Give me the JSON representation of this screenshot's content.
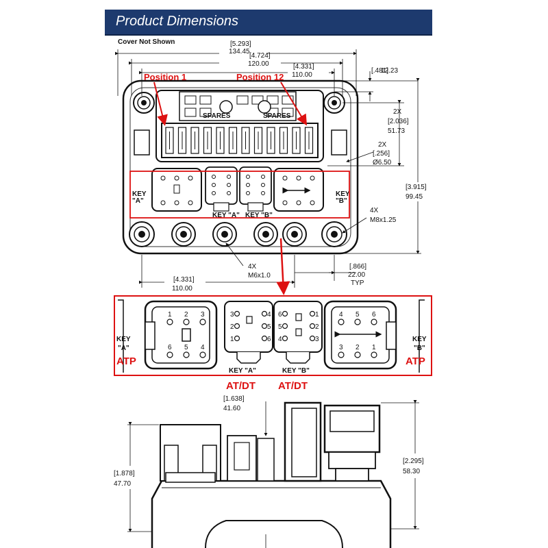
{
  "header": {
    "title": "Product Dimensions"
  },
  "note": "Cover Not Shown",
  "colors": {
    "header_bg": "#1d3a6e",
    "accent": "#d11a1a"
  },
  "top_view": {
    "width_overall": {
      "in": "[5.293]",
      "mm": "134.45"
    },
    "width_mid": {
      "in": "[4.724]",
      "mm": "120.00"
    },
    "width_inner": {
      "in": "[4.331]",
      "mm": "110.00"
    },
    "top_offset": {
      "in": "[.481]",
      "mm": "12.23"
    },
    "hole_spacing": {
      "qty": "2X",
      "in": "[2.036]",
      "mm": "51.73"
    },
    "hole_dia": {
      "qty": "2X",
      "in": "[.256]",
      "mm": "Ø6.50"
    },
    "height_overall": {
      "in": "[3.915]",
      "mm": "99.45"
    },
    "stud_large": {
      "qty": "4X",
      "spec": "M8x1.25"
    },
    "stud_small": {
      "qty": "4X",
      "spec": "M6x1.0"
    },
    "stud_pitch": {
      "in": "[.866]",
      "mm": "22.00",
      "note": "TYP"
    },
    "bottom_width": {
      "in": "[4.331]",
      "mm": "110.00"
    },
    "position_start": "Position 1",
    "position_end": "Position 12",
    "spares": "SPARES",
    "key_a": "KEY \"A\"",
    "key_b": "KEY \"B\"",
    "key_side_a": "KEY",
    "key_side_a2": "\"A\"",
    "key_side_b": "KEY",
    "key_side_b2": "\"B\""
  },
  "detail": {
    "atp_left": "ATP",
    "atp_right": "ATP",
    "atdt_left": "AT/DT",
    "atdt_right": "AT/DT",
    "key_a": "KEY \"A\"",
    "key_b": "KEY \"B\"",
    "key_side_a": "KEY",
    "key_side_a2": "\"A\"",
    "key_side_b": "KEY",
    "key_side_b2": "\"B\"",
    "pin_left_top": [
      "1",
      "2",
      "3"
    ],
    "pin_left_bottom": [
      "6",
      "5",
      "4"
    ],
    "pin_right_top": [
      "4",
      "5",
      "6"
    ],
    "pin_right_bottom": [
      "3",
      "2",
      "1"
    ],
    "pin_mid_a_left": [
      "3",
      "2",
      "1"
    ],
    "pin_mid_a_right": [
      "4",
      "5",
      "6"
    ],
    "pin_mid_b_left": [
      "6",
      "5",
      "4"
    ],
    "pin_mid_b_right": [
      "1",
      "2",
      "3"
    ]
  },
  "side_view": {
    "top_offset": {
      "in": "[1.638]",
      "mm": "41.60"
    },
    "left_height": {
      "in": "[1.878]",
      "mm": "47.70"
    },
    "right_height": {
      "in": "[2.295]",
      "mm": "58.30"
    }
  }
}
